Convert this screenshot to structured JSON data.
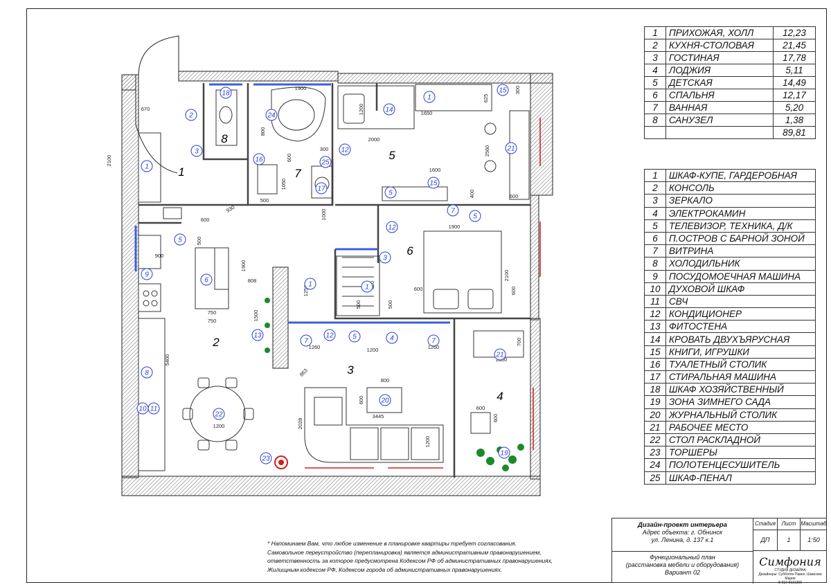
{
  "rooms_table": {
    "rows": [
      {
        "num": "1",
        "name": "ПРИХОЖАЯ, ХОЛЛ",
        "area": "12,23"
      },
      {
        "num": "2",
        "name": "КУХНЯ-СТОЛОВАЯ",
        "area": "21,45"
      },
      {
        "num": "3",
        "name": "ГОСТИНАЯ",
        "area": "17,78"
      },
      {
        "num": "4",
        "name": "ЛОДЖИЯ",
        "area": "5,11"
      },
      {
        "num": "5",
        "name": "ДЕТСКАЯ",
        "area": "14,49"
      },
      {
        "num": "6",
        "name": "СПАЛЬНЯ",
        "area": "12,17"
      },
      {
        "num": "7",
        "name": "ВАННАЯ",
        "area": "5,20"
      },
      {
        "num": "8",
        "name": "САНУЗЕЛ",
        "area": "1,38"
      }
    ],
    "total": "89,81"
  },
  "furniture_table": {
    "rows": [
      {
        "num": "1",
        "name": "ШКАФ-КУПЕ, ГАРДЕРОБНАЯ"
      },
      {
        "num": "2",
        "name": "КОНСОЛЬ"
      },
      {
        "num": "3",
        "name": "ЗЕРКАЛО"
      },
      {
        "num": "4",
        "name": "ЭЛЕКТРОКАМИН"
      },
      {
        "num": "5",
        "name": "ТЕЛЕВИЗОР, ТЕХНИКА, Д/К"
      },
      {
        "num": "6",
        "name": "П.ОСТРОВ С БАРНОЙ ЗОНОЙ"
      },
      {
        "num": "7",
        "name": "ВИТРИНА"
      },
      {
        "num": "8",
        "name": "ХОЛОДИЛЬНИК"
      },
      {
        "num": "9",
        "name": "ПОСУДОМОЕЧНАЯ МАШИНА"
      },
      {
        "num": "10",
        "name": "ДУХОВОЙ ШКАФ"
      },
      {
        "num": "11",
        "name": "СВЧ"
      },
      {
        "num": "12",
        "name": "КОНДИЦИОНЕР"
      },
      {
        "num": "13",
        "name": "ФИТОСТЕНА"
      },
      {
        "num": "14",
        "name": "КРОВАТЬ ДВУХЪЯРУСНАЯ"
      },
      {
        "num": "15",
        "name": "КНИГИ, ИГРУШКИ"
      },
      {
        "num": "16",
        "name": "ТУАЛЕТНЫЙ СТОЛИК"
      },
      {
        "num": "17",
        "name": "СТИРАЛЬНАЯ МАШИНА"
      },
      {
        "num": "18",
        "name": "ШКАФ ХОЗЯЙСТВЕННЫЙ"
      },
      {
        "num": "19",
        "name": "ЗОНА ЗИМНЕГО САДА"
      },
      {
        "num": "20",
        "name": "ЖУРНАЛЬНЫЙ СТОЛИК"
      },
      {
        "num": "21",
        "name": "РАБОЧЕЕ МЕСТО"
      },
      {
        "num": "22",
        "name": "СТОЛ РАСКЛАДНОЙ"
      },
      {
        "num": "23",
        "name": "ТОРШЕРЫ"
      },
      {
        "num": "24",
        "name": "ПОЛОТЕНЦЕСУШИТЕЛЬ"
      },
      {
        "num": "25",
        "name": "ШКАФ-ПЕНАЛ"
      }
    ]
  },
  "note": {
    "lines": [
      "* Напоминаем Вам, что любое изменение в планировке квартиры требует согласования.",
      "Самовольное переустройство (перепланировка) является административным правонарушением,",
      "ответственность за которое предусмотрена Кодексом РФ об административных правонарушениях,",
      "Жилищным кодексом РФ, Кодексом города об административных правонарушениях."
    ]
  },
  "title_block": {
    "project": "Дизайн-проект интерьера",
    "address1": "Адрес объекта: г. Обнинск",
    "address2": "ул. Ленина, д. 137 к.1",
    "desc1": "Функциональный план",
    "desc2": "(расстановка мебели и оборудования)",
    "desc3": "Вариант 02",
    "stage_label": "Стадия",
    "sheet_label": "Лист",
    "scale_label": "Масштаб",
    "stage": "ДП",
    "sheet": "1",
    "scale": "1:50",
    "brand": "Симфония",
    "brand_sub": "СТУДИЯ ДИЗАЙНА",
    "designers": "Дизайнеры: Субботин Павел, Шамсова Мария",
    "phone": "8-910-9131369"
  },
  "plan": {
    "room_numbers": [
      "1",
      "2",
      "3",
      "4",
      "5",
      "6",
      "7",
      "8"
    ],
    "furniture_markers": [
      {
        "n": "1"
      },
      {
        "n": "1"
      },
      {
        "n": "1"
      },
      {
        "n": "1"
      },
      {
        "n": "2"
      },
      {
        "n": "3"
      },
      {
        "n": "3"
      },
      {
        "n": "4"
      },
      {
        "n": "5"
      },
      {
        "n": "5"
      },
      {
        "n": "5"
      },
      {
        "n": "5"
      },
      {
        "n": "6"
      },
      {
        "n": "7"
      },
      {
        "n": "7"
      },
      {
        "n": "7"
      },
      {
        "n": "8"
      },
      {
        "n": "9"
      },
      {
        "n": "10"
      },
      {
        "n": "11"
      },
      {
        "n": "12"
      },
      {
        "n": "12"
      },
      {
        "n": "12"
      },
      {
        "n": "13"
      },
      {
        "n": "14"
      },
      {
        "n": "15"
      },
      {
        "n": "15"
      },
      {
        "n": "16"
      },
      {
        "n": "17"
      },
      {
        "n": "18"
      },
      {
        "n": "19"
      },
      {
        "n": "20"
      },
      {
        "n": "21"
      },
      {
        "n": "21"
      },
      {
        "n": "22"
      },
      {
        "n": "23"
      },
      {
        "n": "24"
      },
      {
        "n": "25"
      }
    ],
    "dimensions": [
      "670",
      "2100",
      "930",
      "600",
      "500",
      "900",
      "1900",
      "808",
      "750",
      "5400",
      "1500",
      "1256",
      "1000",
      "1260",
      "1200",
      "1260",
      "863",
      "800",
      "600",
      "3445",
      "2028",
      "1200",
      "1050",
      "500",
      "600",
      "800",
      "300",
      "1900",
      "1200",
      "2000",
      "1650",
      "625",
      "300",
      "1600",
      "400",
      "600",
      "2560",
      "1900",
      "2100",
      "600",
      "610",
      "500",
      "500",
      "600",
      "700",
      "1300",
      "600",
      "600",
      "1200",
      "750"
    ],
    "colors": {
      "wall": "#555555",
      "dim": "#d9611c",
      "marker": "#2a3fd1",
      "accent": "#d32020",
      "plant": "#1d8a2a",
      "partition": "#3a5fd8"
    }
  }
}
